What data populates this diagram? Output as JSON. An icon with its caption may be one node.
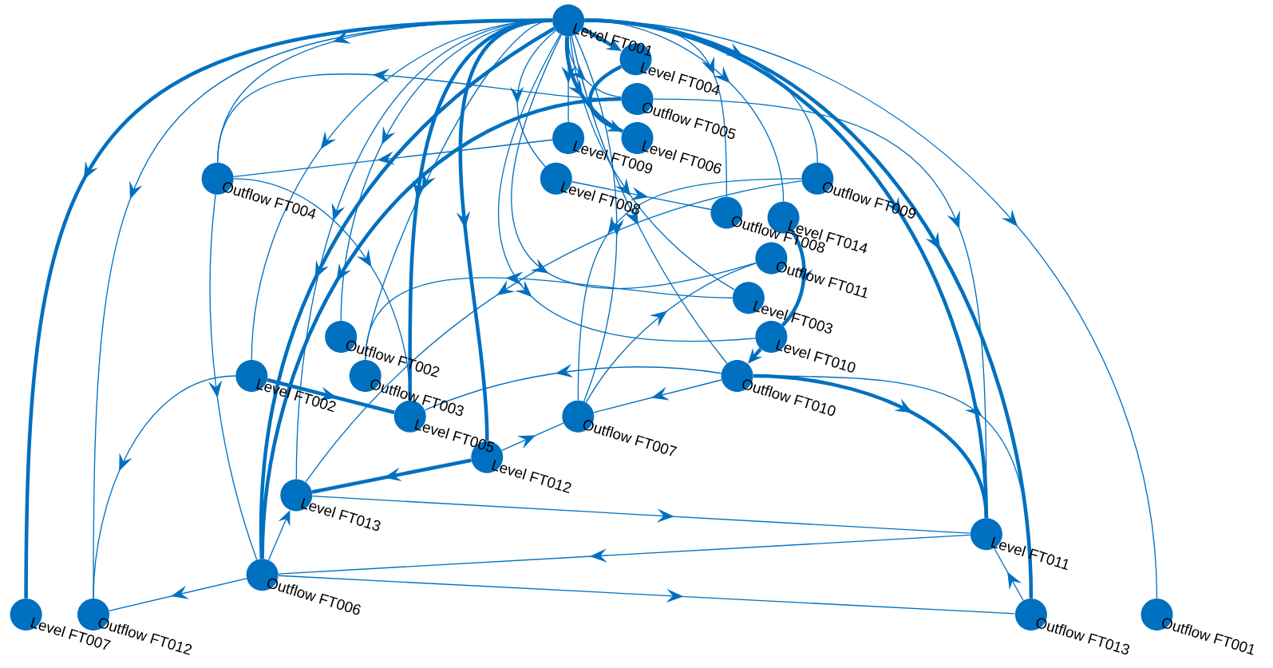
{
  "diagram": {
    "nodes": [
      {
        "text": [
          "Level FT001"
        ]
      },
      {
        "text": [
          "Level FT004"
        ]
      },
      {
        "text": [
          "Outflow FT005"
        ]
      },
      {
        "text": [
          "Level FT006"
        ]
      },
      {
        "text": [
          "Level FT009"
        ]
      },
      {
        "text": [
          "Level FT008"
        ]
      },
      {
        "text": [
          "Outflow FT004"
        ]
      },
      {
        "text": [
          "Outflow FT009"
        ]
      },
      {
        "text": [
          "Level FT014"
        ]
      },
      {
        "text": [
          "Outflow FT008"
        ]
      },
      {
        "text": [
          "Outflow FT011"
        ]
      },
      {
        "text": [
          "Level FT003"
        ]
      },
      {
        "text": [
          "Level FT010"
        ]
      },
      {
        "text": [
          "Outflow FT010"
        ]
      },
      {
        "text": [
          "Outflow FT002"
        ]
      },
      {
        "text": [
          "Outflow FT003"
        ]
      },
      {
        "text": [
          "Level FT002"
        ]
      },
      {
        "text": [
          "Level FT005"
        ]
      },
      {
        "text": [
          "Outflow FT007"
        ]
      },
      {
        "text": [
          "Level FT012"
        ]
      },
      {
        "text": [
          "Level FT013"
        ]
      },
      {
        "text": [
          "Outflow FT006"
        ]
      },
      {
        "text": [
          "Level FT011"
        ]
      },
      {
        "text": [
          "Level FT007"
        ]
      },
      {
        "text": [
          "Outflow FT012"
        ]
      },
      {
        "text": [
          "Outflow FT013"
        ]
      },
      {
        "text": [
          "Outflow FT001"
        ]
      }
    ],
    "edges": [
      {
        "from": 0,
        "to": 1,
        "arrow": "to",
        "style": "thick"
      },
      {
        "from": 0,
        "to": 2,
        "arrow": "to"
      },
      {
        "from": 0,
        "to": 3,
        "arrow": "to",
        "style": "thick"
      },
      {
        "from": 0,
        "to": 4,
        "arrow": "to"
      },
      {
        "from": 0,
        "to": 5,
        "arrow": "to"
      },
      {
        "from": 0,
        "to": 6,
        "arrow": "to"
      },
      {
        "from": 0,
        "to": 7,
        "arrow": "to"
      },
      {
        "from": 0,
        "to": 8,
        "arrow": "to"
      },
      {
        "from": 0,
        "to": 9,
        "arrow": "to"
      },
      {
        "from": 0,
        "to": 10,
        "arrow": "to"
      },
      {
        "from": 0,
        "to": 11,
        "arrow": "to"
      },
      {
        "from": 0,
        "to": 12,
        "arrow": "to"
      },
      {
        "from": 0,
        "to": 13,
        "arrow": "to"
      },
      {
        "from": 0,
        "to": 14,
        "arrow": "to"
      },
      {
        "from": 0,
        "to": 15,
        "arrow": "to"
      },
      {
        "from": 0,
        "to": 16,
        "arrow": "to"
      },
      {
        "from": 0,
        "to": 17,
        "arrow": "to",
        "style": "thick"
      },
      {
        "from": 0,
        "to": 18,
        "arrow": "to"
      },
      {
        "from": 0,
        "to": 19,
        "arrow": "to",
        "style": "thick"
      },
      {
        "from": 0,
        "to": 20,
        "arrow": "to"
      },
      {
        "from": 0,
        "to": 21,
        "arrow": "to",
        "style": "thick"
      },
      {
        "from": 0,
        "to": 22,
        "arrow": "to",
        "style": "thick"
      },
      {
        "from": 0,
        "to": 23,
        "arrow": "to",
        "style": "thick"
      },
      {
        "from": 0,
        "to": 24,
        "arrow": "to"
      },
      {
        "from": 0,
        "to": 25,
        "arrow": "to",
        "style": "thick"
      },
      {
        "from": 0,
        "to": 26,
        "arrow": "to"
      },
      {
        "from": 1,
        "to": 3,
        "arrow": "to",
        "style": "thick"
      },
      {
        "from": 2,
        "to": 6,
        "arrow": "to"
      },
      {
        "from": 2,
        "to": 21,
        "arrow": "to",
        "style": "thick"
      },
      {
        "from": 2,
        "to": 22,
        "arrow": "to"
      },
      {
        "from": 4,
        "to": 6,
        "arrow": "to"
      },
      {
        "from": 5,
        "to": 9,
        "arrow": "to"
      },
      {
        "from": 6,
        "to": 21,
        "arrow": "to"
      },
      {
        "from": 6,
        "to": 17,
        "arrow": "to"
      },
      {
        "from": 7,
        "to": 20,
        "arrow": "to"
      },
      {
        "from": 7,
        "to": 18,
        "arrow": "to"
      },
      {
        "from": 8,
        "to": 12,
        "arrow": "to",
        "style": "thick"
      },
      {
        "from": 11,
        "to": 15,
        "arrow": "to"
      },
      {
        "from": 12,
        "to": 13,
        "arrow": "to",
        "style": "thick"
      },
      {
        "from": 13,
        "to": 18,
        "arrow": "to"
      },
      {
        "from": 13,
        "to": 17,
        "arrow": "to"
      },
      {
        "from": 13,
        "to": 22,
        "arrow": "to",
        "style": "thick"
      },
      {
        "from": 13,
        "to": 25,
        "arrow": "to"
      },
      {
        "from": 16,
        "to": 17,
        "arrow": "to",
        "style": "thick"
      },
      {
        "from": 16,
        "to": 24,
        "arrow": "to"
      },
      {
        "from": 18,
        "to": 10,
        "arrow": "to"
      },
      {
        "from": 19,
        "to": 18,
        "arrow": "to"
      },
      {
        "from": 19,
        "to": 20,
        "arrow": "to",
        "style": "thick"
      },
      {
        "from": 20,
        "to": 22,
        "arrow": "to"
      },
      {
        "from": 21,
        "to": 20,
        "arrow": "to"
      },
      {
        "from": 21,
        "to": 24,
        "arrow": "to"
      },
      {
        "from": 21,
        "to": 25,
        "arrow": "to"
      },
      {
        "from": 22,
        "to": 21,
        "arrow": "to"
      },
      {
        "from": 25,
        "to": 22,
        "arrow": "to"
      }
    ]
  }
}
